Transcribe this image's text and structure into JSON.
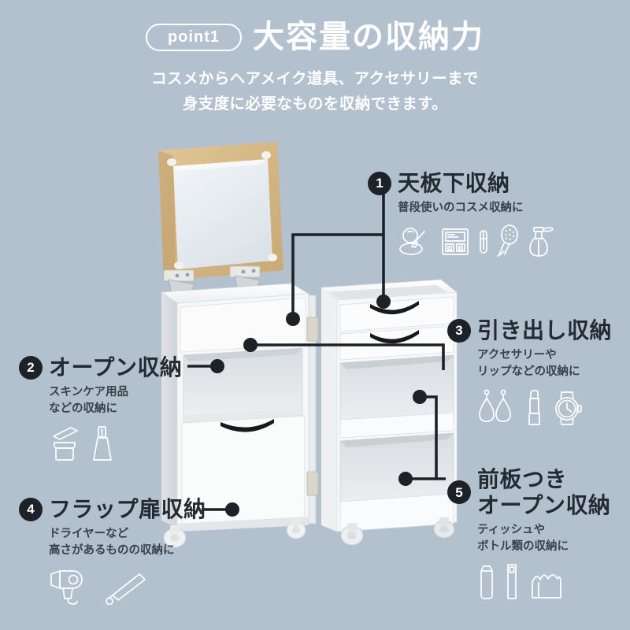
{
  "header": {
    "point_badge": "point1",
    "title": "大容量の収納力",
    "subtitle_line1": "コスメからヘアメイク道具、アクセサリーまで",
    "subtitle_line2": "身支度に必要なものを収納できます。"
  },
  "colors": {
    "background": "#b3c0cd",
    "badge": "#1d2228",
    "leader_line": "#1d2228",
    "text_dark": "#232a31",
    "text_white": "#ffffff",
    "icon_stroke": "#ffffff",
    "furniture_white": "#f4f5f6",
    "mirror_frame_wood": "#d6b987",
    "mirror_glass": "#e9edf1"
  },
  "callouts": [
    {
      "number": "1",
      "title": "天板下収納",
      "sub": "普段使いのコスメ収納に",
      "icons": [
        "compact-mirror-icon",
        "eyeshadow-palette-icon",
        "mascara-icon",
        "hairbrush-icon",
        "perfume-bottle-icon"
      ]
    },
    {
      "number": "2",
      "title": "オープン収納",
      "sub": "スキンケア用品\nなどの収納に",
      "icons": [
        "cream-jar-icon",
        "lotion-bottle-icon"
      ]
    },
    {
      "number": "3",
      "title": "引き出し収納",
      "sub": "アクセサリーや\nリップなどの収納に",
      "icons": [
        "earring-pair-icon",
        "lipstick-icon",
        "wristwatch-icon"
      ]
    },
    {
      "number": "4",
      "title": "フラップ扉収納",
      "sub": "ドライヤーなど\n高さがあるものの収納に",
      "icons": [
        "hairdryer-icon",
        "hair-straightener-icon"
      ]
    },
    {
      "number": "5",
      "title": "前板つき\nオープン収納",
      "sub": "ティッシュや\nボトル類の収納に",
      "icons": [
        "tube-icon",
        "spray-bottle-icon",
        "tissue-box-icon"
      ]
    }
  ],
  "product": {
    "name": "folding-mirror-vanity-cabinet",
    "parts": [
      "mirror-panel-wood-frame",
      "mirror-hinge-left",
      "mirror-hinge-right",
      "top-compartment",
      "open-shelf",
      "flap-door",
      "drawer-upper",
      "drawer-lower",
      "front-panel-shelf-upper",
      "front-panel-shelf-lower",
      "caster-wheels"
    ]
  }
}
